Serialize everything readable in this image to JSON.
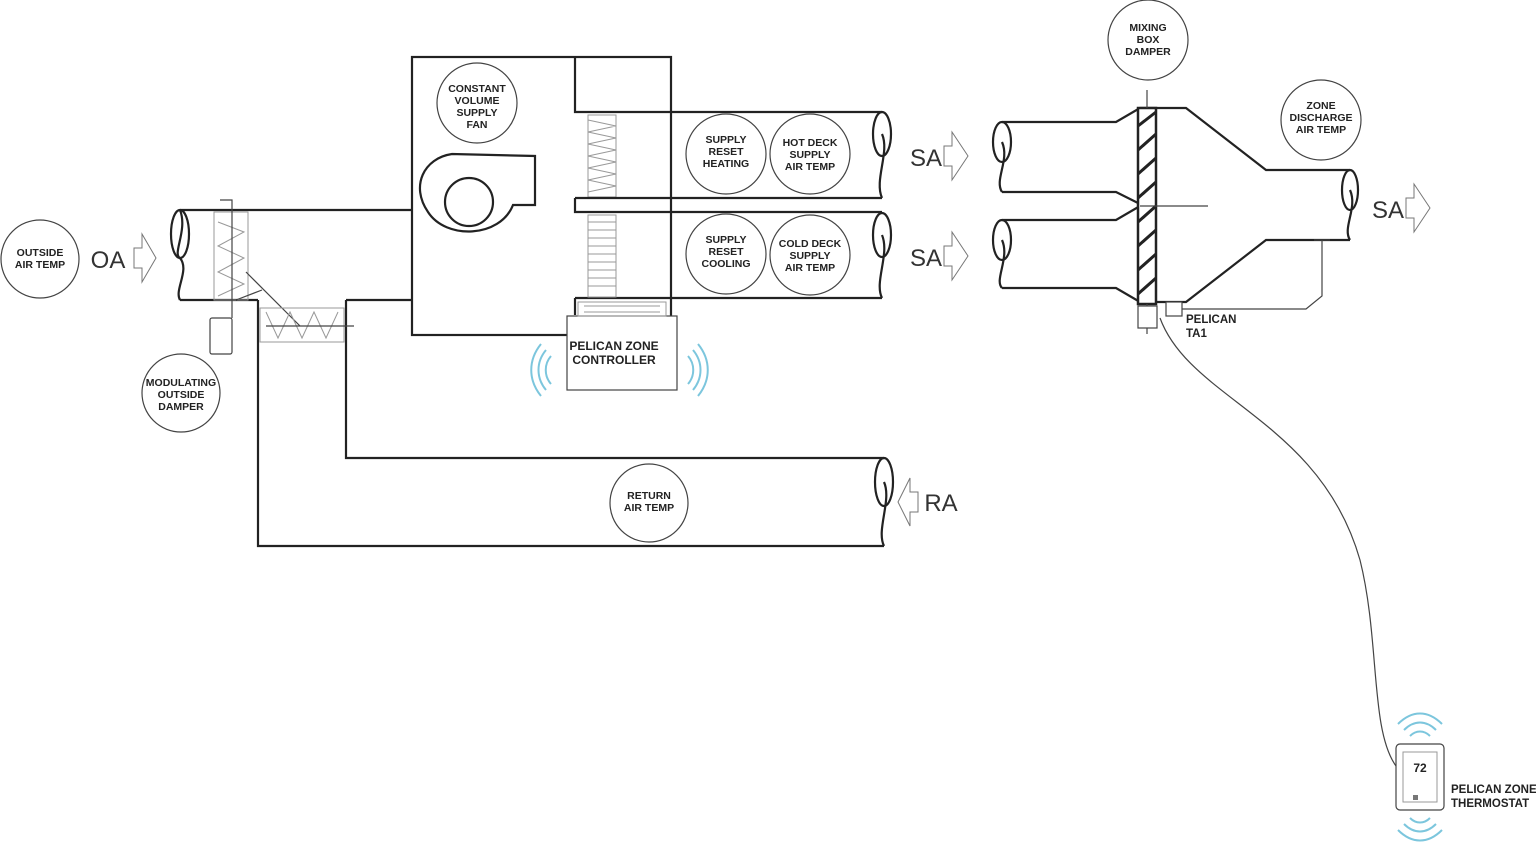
{
  "sensors": {
    "outside_air_temp": [
      "OUTSIDE",
      "AIR TEMP"
    ],
    "modulating_outside_damper": [
      "MODULATING",
      "OUTSIDE",
      "DAMPER"
    ],
    "constant_volume_supply_fan": [
      "CONSTANT",
      "VOLUME",
      "SUPPLY",
      "FAN"
    ],
    "supply_reset_heating": [
      "SUPPLY",
      "RESET",
      "HEATING"
    ],
    "hot_deck_supply_air_temp": [
      "HOT DECK",
      "SUPPLY",
      "AIR TEMP"
    ],
    "supply_reset_cooling": [
      "SUPPLY",
      "RESET",
      "COOLING"
    ],
    "cold_deck_supply_air_temp": [
      "COLD DECK",
      "SUPPLY",
      "AIR TEMP"
    ],
    "return_air_temp": [
      "RETURN",
      "AIR TEMP"
    ],
    "mixing_box_damper": [
      "MIXING",
      "BOX",
      "DAMPER"
    ],
    "zone_discharge_air_temp": [
      "ZONE",
      "DISCHARGE",
      "AIR TEMP"
    ]
  },
  "flows": {
    "oa": "OA",
    "sa_hot": "SA",
    "sa_cold": "SA",
    "sa_zone": "SA",
    "ra": "RA"
  },
  "devices": {
    "zone_controller": [
      "PELICAN ZONE",
      "CONTROLLER"
    ],
    "ta1": [
      "PELICAN",
      "TA1"
    ],
    "thermostat_label": [
      "PELICAN ZONE",
      "THERMOSTAT"
    ],
    "thermostat_value": "72"
  },
  "colors": {
    "wireless": "#7cc6dd",
    "line": "#222222"
  }
}
